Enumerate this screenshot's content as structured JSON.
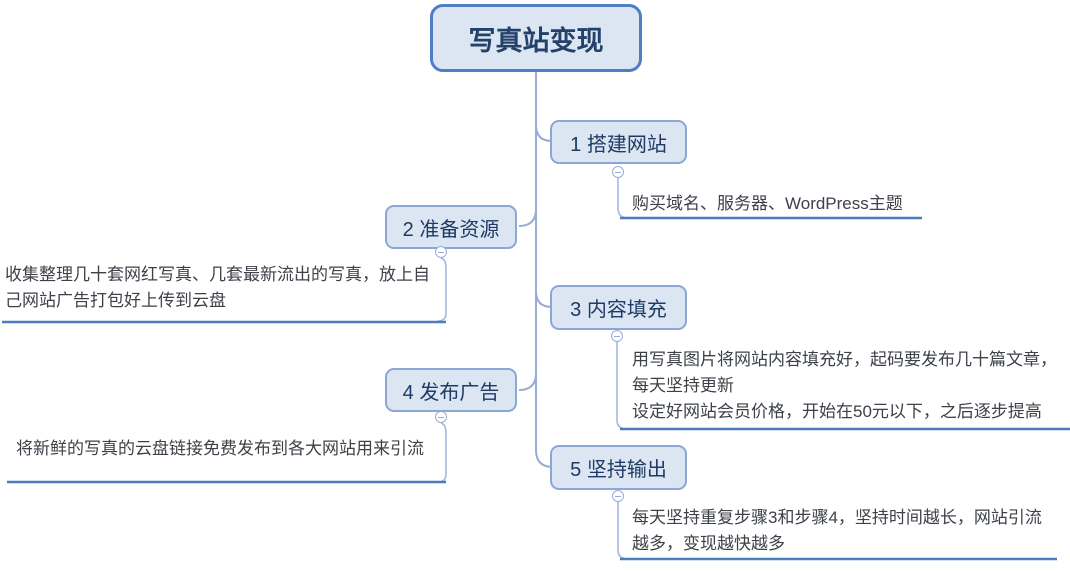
{
  "mindmap": {
    "root": {
      "label": "写真站变现"
    },
    "branches": [
      {
        "label": "1 搭建网站",
        "note": "购买域名、服务器、WordPress主题"
      },
      {
        "label": "2 准备资源",
        "note": "收集整理几十套网红写真、几套最新流出的写真，放上自\n己网站广告打包好上传到云盘"
      },
      {
        "label": "3 内容填充",
        "note": "用写真图片将网站内容填充好，起码要发布几十篇文章，\n每天坚持更新\n设定好网站会员价格，开始在50元以下，之后逐步提高"
      },
      {
        "label": "4 发布广告",
        "note": "将新鲜的写真的云盘链接免费发布到各大网站用来引流"
      },
      {
        "label": "5 坚持输出",
        "note": "每天坚持重复步骤3和步骤4，坚持时间越长，网站引流\n越多，变现越快越多"
      }
    ],
    "colors": {
      "node_fill": "#dce6f2",
      "node_border": "#8ca6d5",
      "root_border": "#4f7dc8",
      "node_text": "#1e3a66",
      "child_text": "#3d4148",
      "connector": "#97acd7",
      "underline": "#4a7ebb"
    }
  }
}
